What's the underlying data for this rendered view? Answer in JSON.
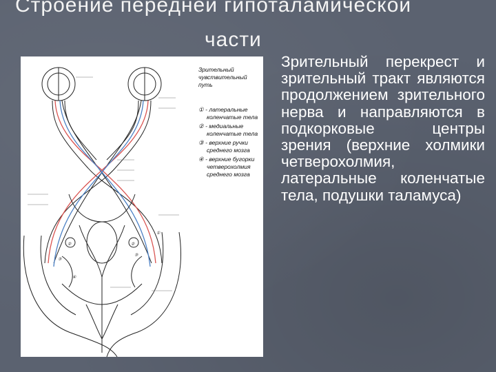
{
  "slide": {
    "title_line1": "Строение передней гипоталамической",
    "title_line2": "части",
    "body": "Зрительный перекрест и зрительный тракт являются продолжением зрительного нерва и направляются в подкорковые центры зрения (верхние холмики четверохолмия, латеральные коленчатые тела, подушки таламуса)"
  },
  "figure": {
    "legend": [
      "Зрительный",
      "чувствительный",
      "путь",
      "① - латеральные",
      "коленчатые тела",
      "② - медиальные",
      "коленчатые тела",
      "③ - верхние ручки",
      "среднего мозга",
      "④ - верхние бугорки",
      "четверохолмия",
      "среднего мозга"
    ],
    "circled_numbers": [
      "①",
      "②",
      "③",
      "④"
    ],
    "colors": {
      "red_path": "#d9524f",
      "blue_path": "#4a7fc4",
      "line": "#222222"
    }
  }
}
